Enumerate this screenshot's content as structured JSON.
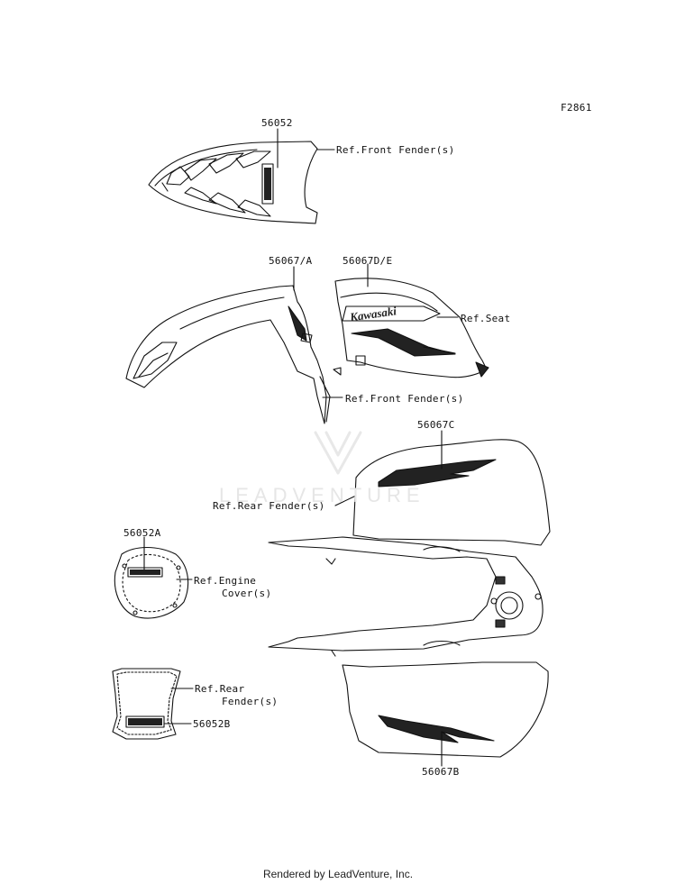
{
  "figure_code": "F2861",
  "watermark": "LEADVENTURE",
  "footer": "Rendered by LeadVenture, Inc.",
  "decal_text": "Kawasaki",
  "parts": [
    {
      "id": "p1",
      "number": "56052",
      "ref": "Ref.Front Fender(s)"
    },
    {
      "id": "p2",
      "number": "56067/A",
      "ref": "Ref.Front Fender(s)"
    },
    {
      "id": "p3",
      "number": "56067D/E",
      "ref": "Ref.Seat"
    },
    {
      "id": "p4",
      "number": "56067C",
      "ref": "Ref.Rear Fender(s)"
    },
    {
      "id": "p5",
      "number": "56052A",
      "ref_line1": "Ref.Engine",
      "ref_line2": "Cover(s)"
    },
    {
      "id": "p6",
      "number": "56052B",
      "ref_line1": "Ref.Rear",
      "ref_line2": "Fender(s)"
    },
    {
      "id": "p7",
      "number": "56067B"
    }
  ]
}
